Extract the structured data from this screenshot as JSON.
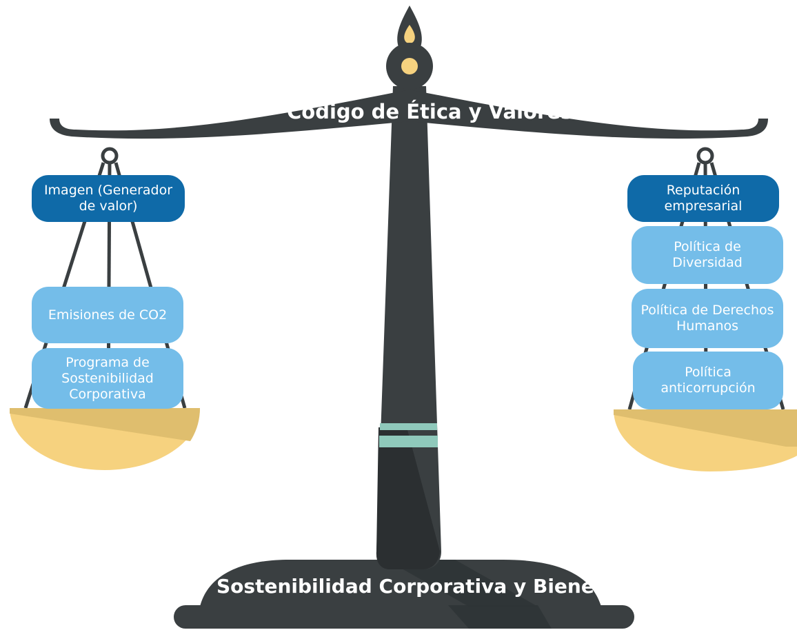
{
  "beam_title": "Código de Ética y Valores",
  "base_title": "Sostenibilidad Corporativa y Bienestar",
  "left_pan": {
    "header": "Imagen (Generador de valor)",
    "items": [
      "Emisiones de CO2",
      "Programa de Sostenibilidad Corporativa"
    ]
  },
  "right_pan": {
    "header": "Reputación empresarial",
    "items": [
      "Política de Diversidad",
      "Política de Derechos Humanos",
      "Política anticorrupción"
    ]
  },
  "colors": {
    "scale_body": "#3a3f41",
    "scale_shadow": "#2a2e30",
    "pan": "#f6d27f",
    "pan_shade": "#dfbe6e",
    "flame": "#f6d27f",
    "band": "#8fc9bb",
    "header_box": "#0f6aa8",
    "item_box": "#74bde9"
  }
}
